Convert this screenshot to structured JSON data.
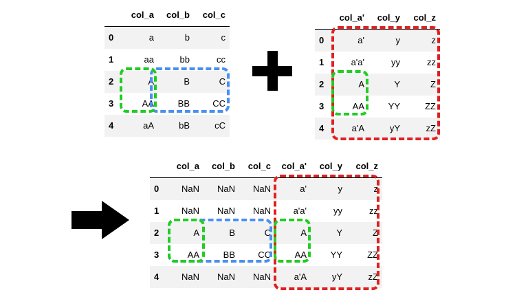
{
  "left_table": {
    "columns": [
      "col_a",
      "col_b",
      "col_c"
    ],
    "rows": [
      {
        "index": "0",
        "cells": [
          "a",
          "b",
          "c"
        ]
      },
      {
        "index": "1",
        "cells": [
          "aa",
          "bb",
          "cc"
        ]
      },
      {
        "index": "2",
        "cells": [
          "A",
          "B",
          "C"
        ]
      },
      {
        "index": "3",
        "cells": [
          "AA",
          "BB",
          "CC"
        ]
      },
      {
        "index": "4",
        "cells": [
          "aA",
          "bB",
          "cC"
        ]
      }
    ]
  },
  "right_table": {
    "columns": [
      "col_a'",
      "col_y",
      "col_z"
    ],
    "rows": [
      {
        "index": "0",
        "cells": [
          "a'",
          "y",
          "z"
        ]
      },
      {
        "index": "1",
        "cells": [
          "a'a'",
          "yy",
          "zz"
        ]
      },
      {
        "index": "2",
        "cells": [
          "A",
          "Y",
          "Z"
        ]
      },
      {
        "index": "3",
        "cells": [
          "AA",
          "YY",
          "ZZ"
        ]
      },
      {
        "index": "4",
        "cells": [
          "a'A",
          "yY",
          "zZ"
        ]
      }
    ]
  },
  "result_table": {
    "columns": [
      "col_a",
      "col_b",
      "col_c",
      "col_a'",
      "col_y",
      "col_z"
    ],
    "rows": [
      {
        "index": "0",
        "cells": [
          "NaN",
          "NaN",
          "NaN",
          "a'",
          "y",
          "z"
        ]
      },
      {
        "index": "1",
        "cells": [
          "NaN",
          "NaN",
          "NaN",
          "a'a'",
          "yy",
          "zz"
        ]
      },
      {
        "index": "2",
        "cells": [
          "A",
          "B",
          "C",
          "A",
          "Y",
          "Z"
        ]
      },
      {
        "index": "3",
        "cells": [
          "AA",
          "BB",
          "CC",
          "AA",
          "YY",
          "ZZ"
        ]
      },
      {
        "index": "4",
        "cells": [
          "NaN",
          "NaN",
          "NaN",
          "a'A",
          "yY",
          "zZ"
        ]
      }
    ]
  },
  "colors": {
    "match_key_box": "#22cc22",
    "left_values_box": "#4a90f0",
    "right_table_box": "#e02020",
    "striped_row": "#f2f2f2",
    "arrow": "#000000"
  },
  "icons": {
    "plus": "plus-icon",
    "arrow": "right-arrow-icon"
  }
}
